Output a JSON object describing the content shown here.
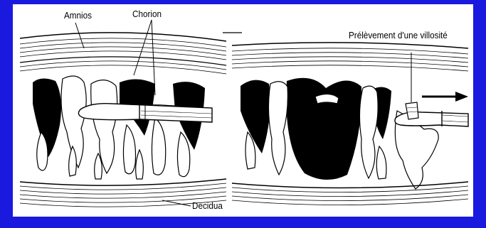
{
  "labels": {
    "amnios": "Amnios",
    "chorion": "Chorion",
    "decidua": "Decidua",
    "prelevement": "Prélèvement d'une villosité"
  },
  "colors": {
    "slide_background": "#1a1adf",
    "figure_background": "#ffffff",
    "ink": "#000000"
  }
}
